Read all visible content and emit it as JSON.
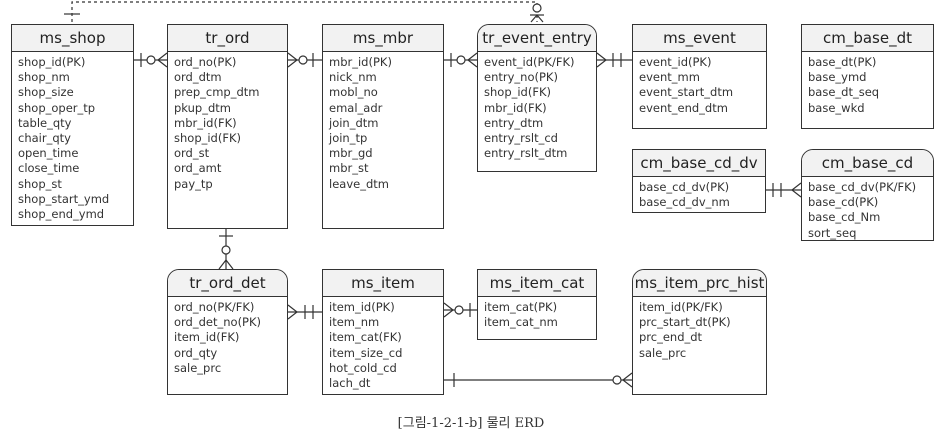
{
  "caption": "[그림-1-2-1-b] 물리 ERD",
  "entities": {
    "ms_shop": {
      "name": "ms_shop",
      "fields": [
        "shop_id(PK)",
        "shop_nm",
        "shop_size",
        "shop_oper_tp",
        "table_qty",
        "chair_qty",
        "open_time",
        "close_time",
        "shop_st",
        "shop_start_ymd",
        "shop_end_ymd"
      ]
    },
    "tr_ord": {
      "name": "tr_ord",
      "fields": [
        "ord_no(PK)",
        "ord_dtm",
        "prep_cmp_dtm",
        "pkup_dtm",
        "mbr_id(FK)",
        "shop_id(FK)",
        "ord_st",
        "ord_amt",
        "pay_tp"
      ]
    },
    "ms_mbr": {
      "name": "ms_mbr",
      "fields": [
        "mbr_id(PK)",
        "nick_nm",
        "mobl_no",
        "emal_adr",
        "join_dtm",
        "join_tp",
        "mbr_gd",
        "mbr_st",
        "leave_dtm"
      ]
    },
    "tr_event_entry": {
      "name": "tr_event_entry",
      "fields": [
        "event_id(PK/FK)",
        "entry_no(PK)",
        "shop_id(FK)",
        "mbr_id(FK)",
        "entry_dtm",
        "entry_rslt_cd",
        "entry_rslt_dtm"
      ]
    },
    "ms_event": {
      "name": "ms_event",
      "fields": [
        "event_id(PK)",
        "event_mm",
        "event_start_dtm",
        "event_end_dtm"
      ]
    },
    "cm_base_dt": {
      "name": "cm_base_dt",
      "fields": [
        "base_dt(PK)",
        "base_ymd",
        "base_dt_seq",
        "base_wkd"
      ]
    },
    "cm_base_cd_dv": {
      "name": "cm_base_cd_dv",
      "fields": [
        "base_cd_dv(PK)",
        "base_cd_dv_nm"
      ]
    },
    "cm_base_cd": {
      "name": "cm_base_cd",
      "fields": [
        "base_cd_dv(PK/FK)",
        "base_cd(PK)",
        "base_cd_Nm",
        "sort_seq"
      ]
    },
    "tr_ord_det": {
      "name": "tr_ord_det",
      "fields": [
        "ord_no(PK/FK)",
        "ord_det_no(PK)",
        "item_id(FK)",
        "ord_qty",
        "sale_prc"
      ]
    },
    "ms_item": {
      "name": "ms_item",
      "fields": [
        "item_id(PK)",
        "item_nm",
        "item_cat(FK)",
        "item_size_cd",
        "hot_cold_cd",
        "lach_dt"
      ]
    },
    "ms_item_cat": {
      "name": "ms_item_cat",
      "fields": [
        "item_cat(PK)",
        "item_cat_nm"
      ]
    },
    "ms_item_prc_hist": {
      "name": "ms_item_prc_hist",
      "fields": [
        "item_id(PK/FK)",
        "prc_start_dt(PK)",
        "prc_end_dt",
        "sale_prc"
      ]
    }
  }
}
